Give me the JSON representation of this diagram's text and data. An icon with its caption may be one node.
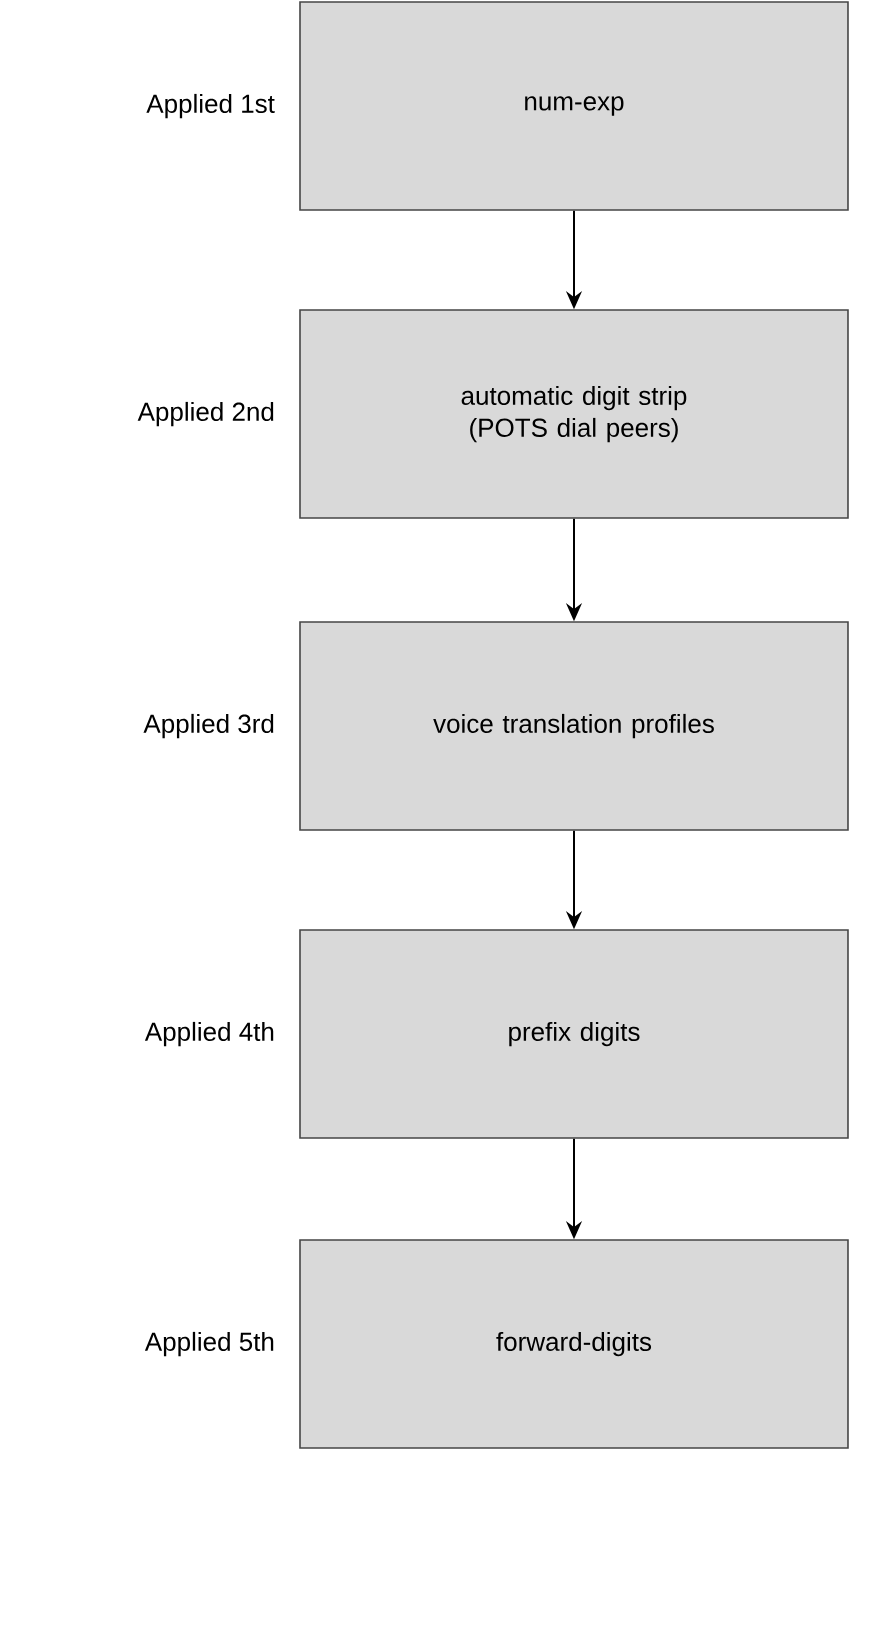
{
  "diagram": {
    "nodes": [
      {
        "text": [
          "num-exp"
        ],
        "beside": [
          "Applied 1st"
        ]
      },
      {
        "text": [
          "automatic digit strip (POTS dial peers)"
        ],
        "beside": [
          "Applied 2nd"
        ]
      },
      {
        "text": [
          "voice translation profiles"
        ],
        "beside": [
          "Applied 3rd"
        ]
      },
      {
        "text": [
          "prefix digits"
        ],
        "beside": [
          "Applied 4th"
        ]
      },
      {
        "text": [
          "forward-digits"
        ],
        "beside": [
          "Applied 5th"
        ]
      }
    ],
    "edges": [
      {
        "from": 0,
        "to": 1,
        "arrow": "to"
      },
      {
        "from": 1,
        "to": 2,
        "arrow": "to"
      },
      {
        "from": 2,
        "to": 3,
        "arrow": "to"
      },
      {
        "from": 3,
        "to": 4,
        "arrow": "to"
      }
    ]
  }
}
